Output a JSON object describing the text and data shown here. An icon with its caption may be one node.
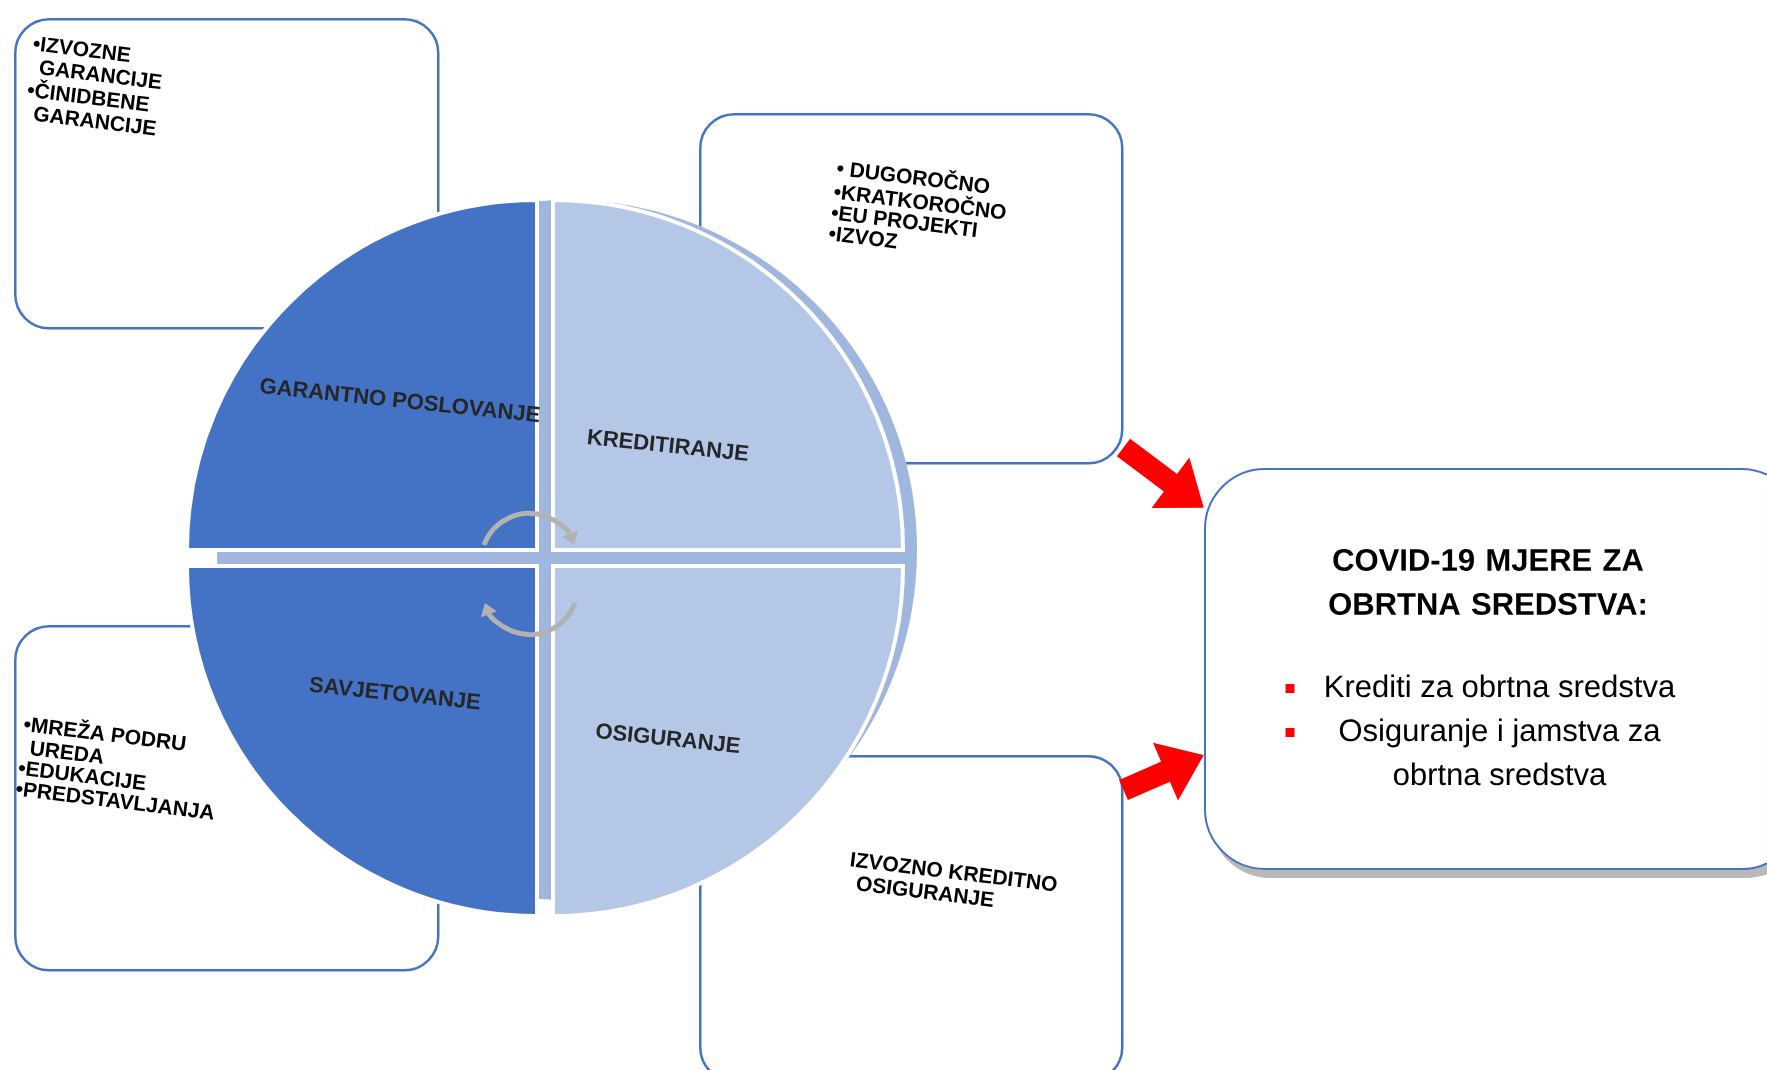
{
  "diagram": {
    "nodes": [
      {
        "text": [
          "•IZVOZNE GARANCIJE",
          "•ČINIDBENE GARANCIJE"
        ]
      },
      {
        "text": [
          "• DUGOROČNO",
          "•KRATKOROČNO",
          "•EU PROJEKTI",
          "•IZVOZ"
        ]
      },
      {
        "text": [
          "•MREŽA PODRU UREDA",
          "•EDUKACIJE",
          "•PREDSTAVLJANJA"
        ]
      },
      {
        "text": [
          "IZVOZNO KREDITNO OSIGURANJE"
        ]
      },
      {
        "text": [
          "GARANTNO POSLOVANJE"
        ]
      },
      {
        "text": [
          "KREDITIRANJE"
        ]
      },
      {
        "text": [
          "SAVJETOVANJE"
        ]
      },
      {
        "text": [
          "OSIGURANJE"
        ]
      },
      {
        "text": [
          "COVID-19 MJERE ZA OBRTNA SREDSTVA:",
          "Krediti za obrtna sredstva",
          "Osiguranje i jamstva za obrtna sredstva"
        ]
      }
    ],
    "edges": [
      {
        "from": 1,
        "to": 8,
        "arrow": "to",
        "style": "thick"
      },
      {
        "from": 3,
        "to": 8,
        "arrow": "to",
        "style": "thick"
      },
      {
        "from": 4,
        "to": 5,
        "arrow": "to",
        "color": "#b2b2b2"
      },
      {
        "from": 7,
        "to": 6,
        "arrow": "to",
        "color": "#b2b2b2"
      }
    ]
  }
}
